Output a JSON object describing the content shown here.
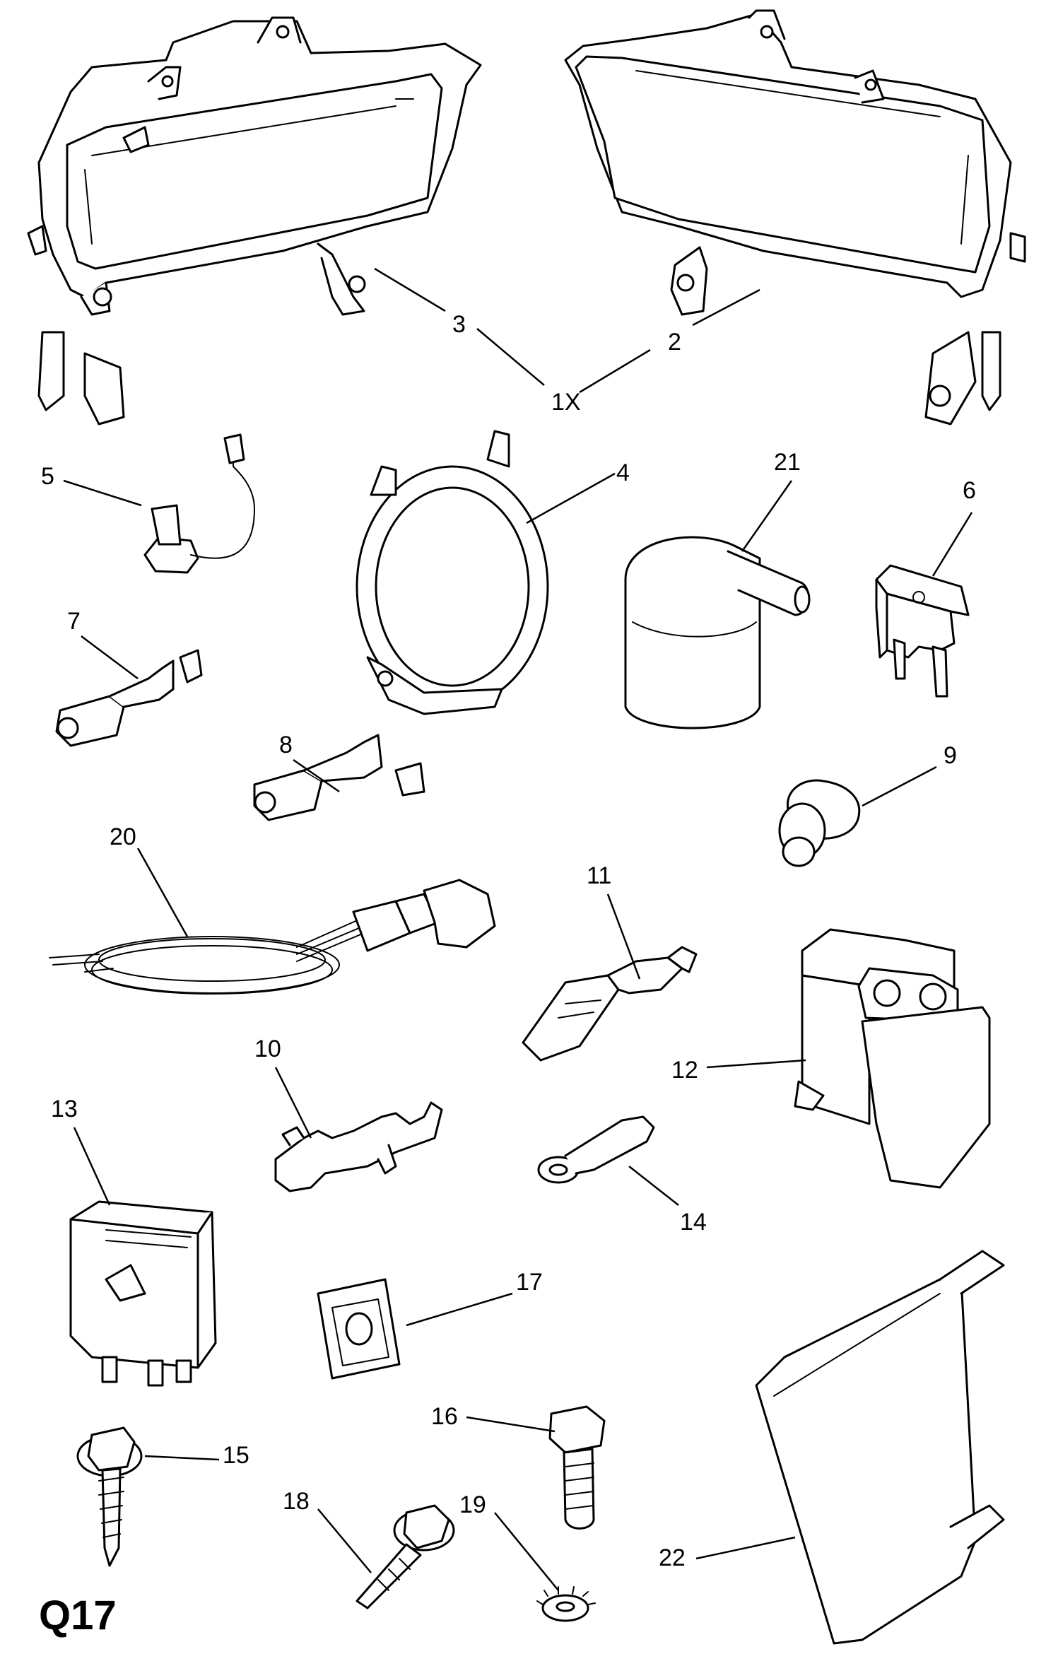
{
  "page": {
    "code": "Q17"
  },
  "callouts": [
    {
      "id": "lbl-3",
      "text": "3"
    },
    {
      "id": "lbl-2",
      "text": "2"
    },
    {
      "id": "lbl-1x",
      "text": "1X"
    },
    {
      "id": "lbl-5",
      "text": "5"
    },
    {
      "id": "lbl-4",
      "text": "4"
    },
    {
      "id": "lbl-21",
      "text": "21"
    },
    {
      "id": "lbl-6",
      "text": "6"
    },
    {
      "id": "lbl-7",
      "text": "7"
    },
    {
      "id": "lbl-8",
      "text": "8"
    },
    {
      "id": "lbl-9",
      "text": "9"
    },
    {
      "id": "lbl-20",
      "text": "20"
    },
    {
      "id": "lbl-11",
      "text": "11"
    },
    {
      "id": "lbl-12",
      "text": "12"
    },
    {
      "id": "lbl-10",
      "text": "10"
    },
    {
      "id": "lbl-13",
      "text": "13"
    },
    {
      "id": "lbl-14",
      "text": "14"
    },
    {
      "id": "lbl-17",
      "text": "17"
    },
    {
      "id": "lbl-16",
      "text": "16"
    },
    {
      "id": "lbl-15",
      "text": "15"
    },
    {
      "id": "lbl-18",
      "text": "18"
    },
    {
      "id": "lbl-19",
      "text": "19"
    },
    {
      "id": "lbl-22",
      "text": "22"
    }
  ]
}
